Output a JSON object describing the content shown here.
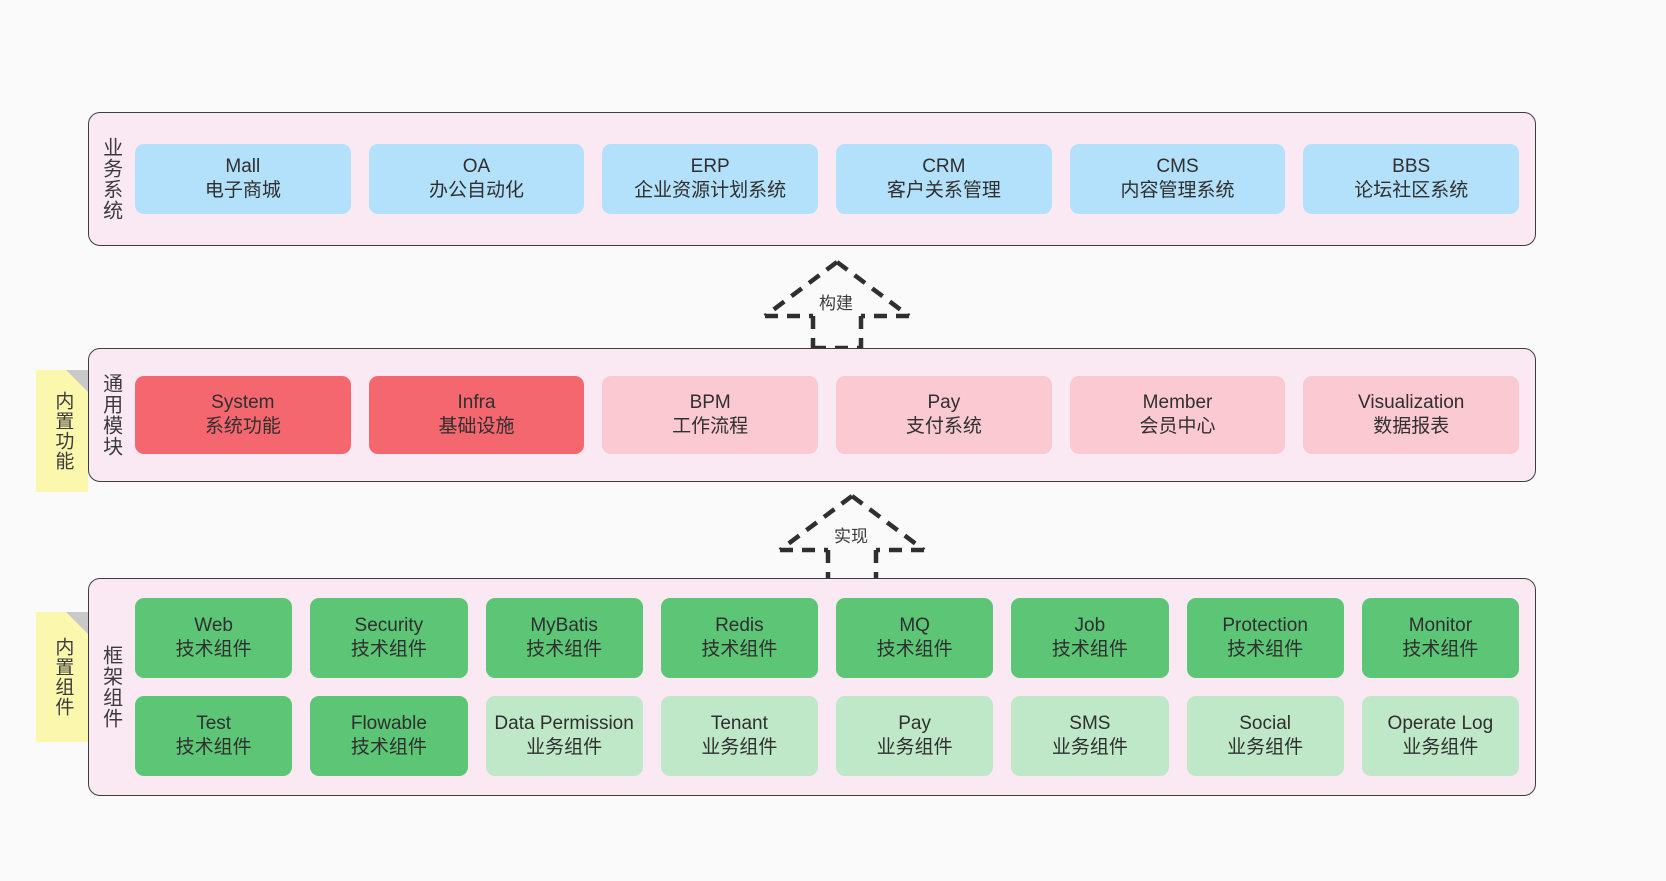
{
  "diagram": {
    "title_note_functions": "内置功能",
    "title_note_components": "内置组件",
    "relations": [
      {
        "name": "build",
        "label": "构建"
      },
      {
        "name": "implement",
        "label": "实现"
      }
    ],
    "colors": {
      "layer_bg": "#fae9f3",
      "layer_border": "#3d3d3d",
      "note_bg": "#fbf8ae",
      "note_fold": "#c9c9c9",
      "blue": "#b3e0fb",
      "red": "#f4676f",
      "pink": "#fbc9d1",
      "green": "#5cc576",
      "green_light": "#bfe8c8",
      "canvas_bg": "#fafafa"
    }
  },
  "layers": [
    {
      "id": "business",
      "title": "业务系统",
      "rows": [
        {
          "cells": [
            {
              "name": "Mall",
              "desc": "电子商城",
              "color": "blue"
            },
            {
              "name": "OA",
              "desc": "办公自动化",
              "color": "blue"
            },
            {
              "name": "ERP",
              "desc": "企业资源计划系统",
              "color": "blue"
            },
            {
              "name": "CRM",
              "desc": "客户关系管理",
              "color": "blue"
            },
            {
              "name": "CMS",
              "desc": "内容管理系统",
              "color": "blue"
            },
            {
              "name": "BBS",
              "desc": "论坛社区系统",
              "color": "blue"
            }
          ]
        }
      ]
    },
    {
      "id": "common",
      "title": "通用模块",
      "rows": [
        {
          "cells": [
            {
              "name": "System",
              "desc": "系统功能",
              "color": "red"
            },
            {
              "name": "Infra",
              "desc": "基础设施",
              "color": "red"
            },
            {
              "name": "BPM",
              "desc": "工作流程",
              "color": "pink"
            },
            {
              "name": "Pay",
              "desc": "支付系统",
              "color": "pink"
            },
            {
              "name": "Member",
              "desc": "会员中心",
              "color": "pink"
            },
            {
              "name": "Visualization",
              "desc": "数据报表",
              "color": "pink"
            }
          ]
        }
      ]
    },
    {
      "id": "frame",
      "title": "框架组件",
      "rows": [
        {
          "cells": [
            {
              "name": "Web",
              "desc": "技术组件",
              "color": "green"
            },
            {
              "name": "Security",
              "desc": "技术组件",
              "color": "green"
            },
            {
              "name": "MyBatis",
              "desc": "技术组件",
              "color": "green"
            },
            {
              "name": "Redis",
              "desc": "技术组件",
              "color": "green"
            },
            {
              "name": "MQ",
              "desc": "技术组件",
              "color": "green"
            },
            {
              "name": "Job",
              "desc": "技术组件",
              "color": "green"
            },
            {
              "name": "Protection",
              "desc": "技术组件",
              "color": "green"
            },
            {
              "name": "Monitor",
              "desc": "技术组件",
              "color": "green"
            }
          ]
        },
        {
          "cells": [
            {
              "name": "Test",
              "desc": "技术组件",
              "color": "green"
            },
            {
              "name": "Flowable",
              "desc": "技术组件",
              "color": "green"
            },
            {
              "name": "Data Permission",
              "desc": "业务组件",
              "color": "green_light"
            },
            {
              "name": "Tenant",
              "desc": "业务组件",
              "color": "green_light"
            },
            {
              "name": "Pay",
              "desc": "业务组件",
              "color": "green_light"
            },
            {
              "name": "SMS",
              "desc": "业务组件",
              "color": "green_light"
            },
            {
              "name": "Social",
              "desc": "业务组件",
              "color": "green_light"
            },
            {
              "name": "Operate Log",
              "desc": "业务组件",
              "color": "green_light"
            }
          ]
        }
      ]
    }
  ]
}
